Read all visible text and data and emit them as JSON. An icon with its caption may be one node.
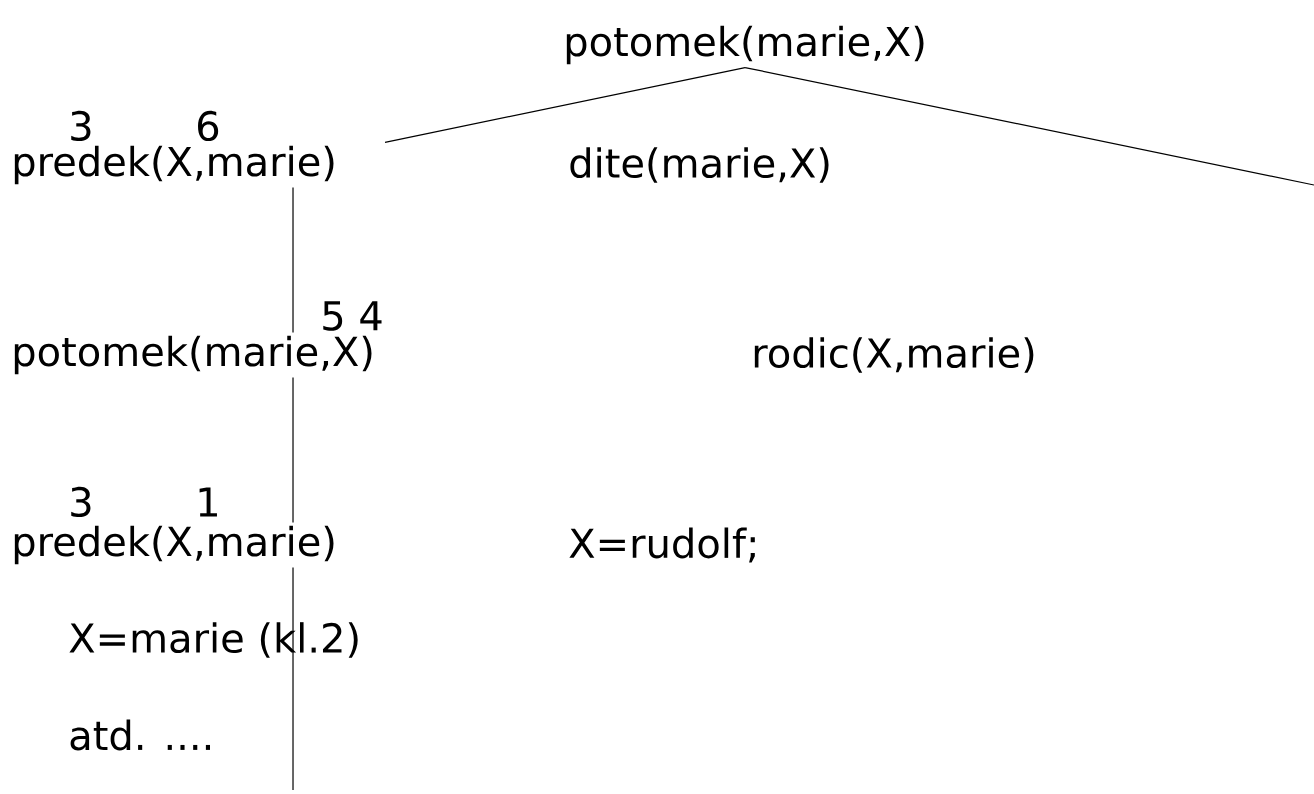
{
  "diagram": {
    "nodes": [
      {
        "text": [
          "potomek(marie,X)"
        ]
      },
      {
        "text": [
          "predek(X,marie)"
        ]
      },
      {
        "text": [
          "dite(marie,X)"
        ]
      },
      {
        "text": [
          "potomek(marie,X)"
        ]
      },
      {
        "text": [
          "rodic(X,marie)"
        ]
      },
      {
        "text": [
          "predek(X,marie)"
        ]
      },
      {
        "text": [
          "X=rudolf;"
        ]
      }
    ],
    "edges": [
      {
        "from": 0,
        "to": 1,
        "arrow": "none"
      },
      {
        "from": 0,
        "to": null,
        "arrow": "none"
      },
      {
        "from": 1,
        "to": 3,
        "arrow": "none"
      },
      {
        "from": 3,
        "to": 5,
        "arrow": "none"
      },
      {
        "from": 5,
        "to": null,
        "arrow": "none"
      }
    ],
    "labels": [
      "3",
      "6",
      "5 4",
      "3",
      "1",
      "X=marie (kl.2)",
      "atd. ...."
    ]
  }
}
